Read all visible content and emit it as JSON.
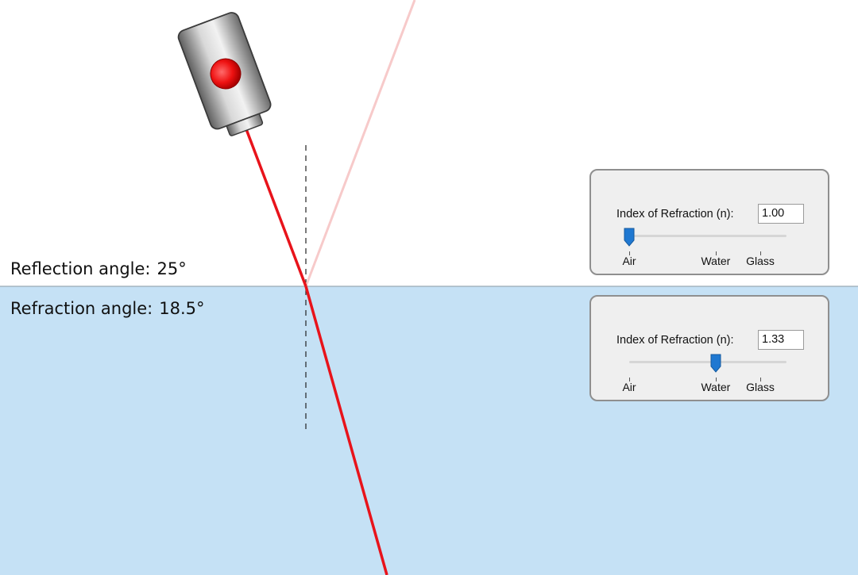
{
  "labels": {
    "reflection_prefix": "Reflection angle:",
    "reflection_value": "25°",
    "refraction_prefix": "Refraction angle:",
    "refraction_value": "18.5°"
  },
  "media_top": {
    "title": "Index of Refraction (n):",
    "value": "1.00",
    "slider": {
      "min": 1.0,
      "max": 1.6,
      "value": 1.0
    },
    "ticks": [
      {
        "label": "Air",
        "n": 1.0
      },
      {
        "label": "Water",
        "n": 1.33
      },
      {
        "label": "Glass",
        "n": 1.5
      }
    ]
  },
  "media_bottom": {
    "title": "Index of Refraction (n):",
    "value": "1.33",
    "slider": {
      "min": 1.0,
      "max": 1.6,
      "value": 1.33
    },
    "ticks": [
      {
        "label": "Air",
        "n": 1.0
      },
      {
        "label": "Water",
        "n": 1.33
      },
      {
        "label": "Glass",
        "n": 1.5
      }
    ]
  },
  "colors": {
    "water": "#c5e1f5",
    "laser_beam": "#e8131b",
    "reflected_beam": "#f7caca",
    "slider_thumb": "#1f78d1",
    "interface_line": "#9aa9b4"
  },
  "icons": {
    "laser": "laser-pointer-icon",
    "thumb": "slider-thumb-icon"
  }
}
